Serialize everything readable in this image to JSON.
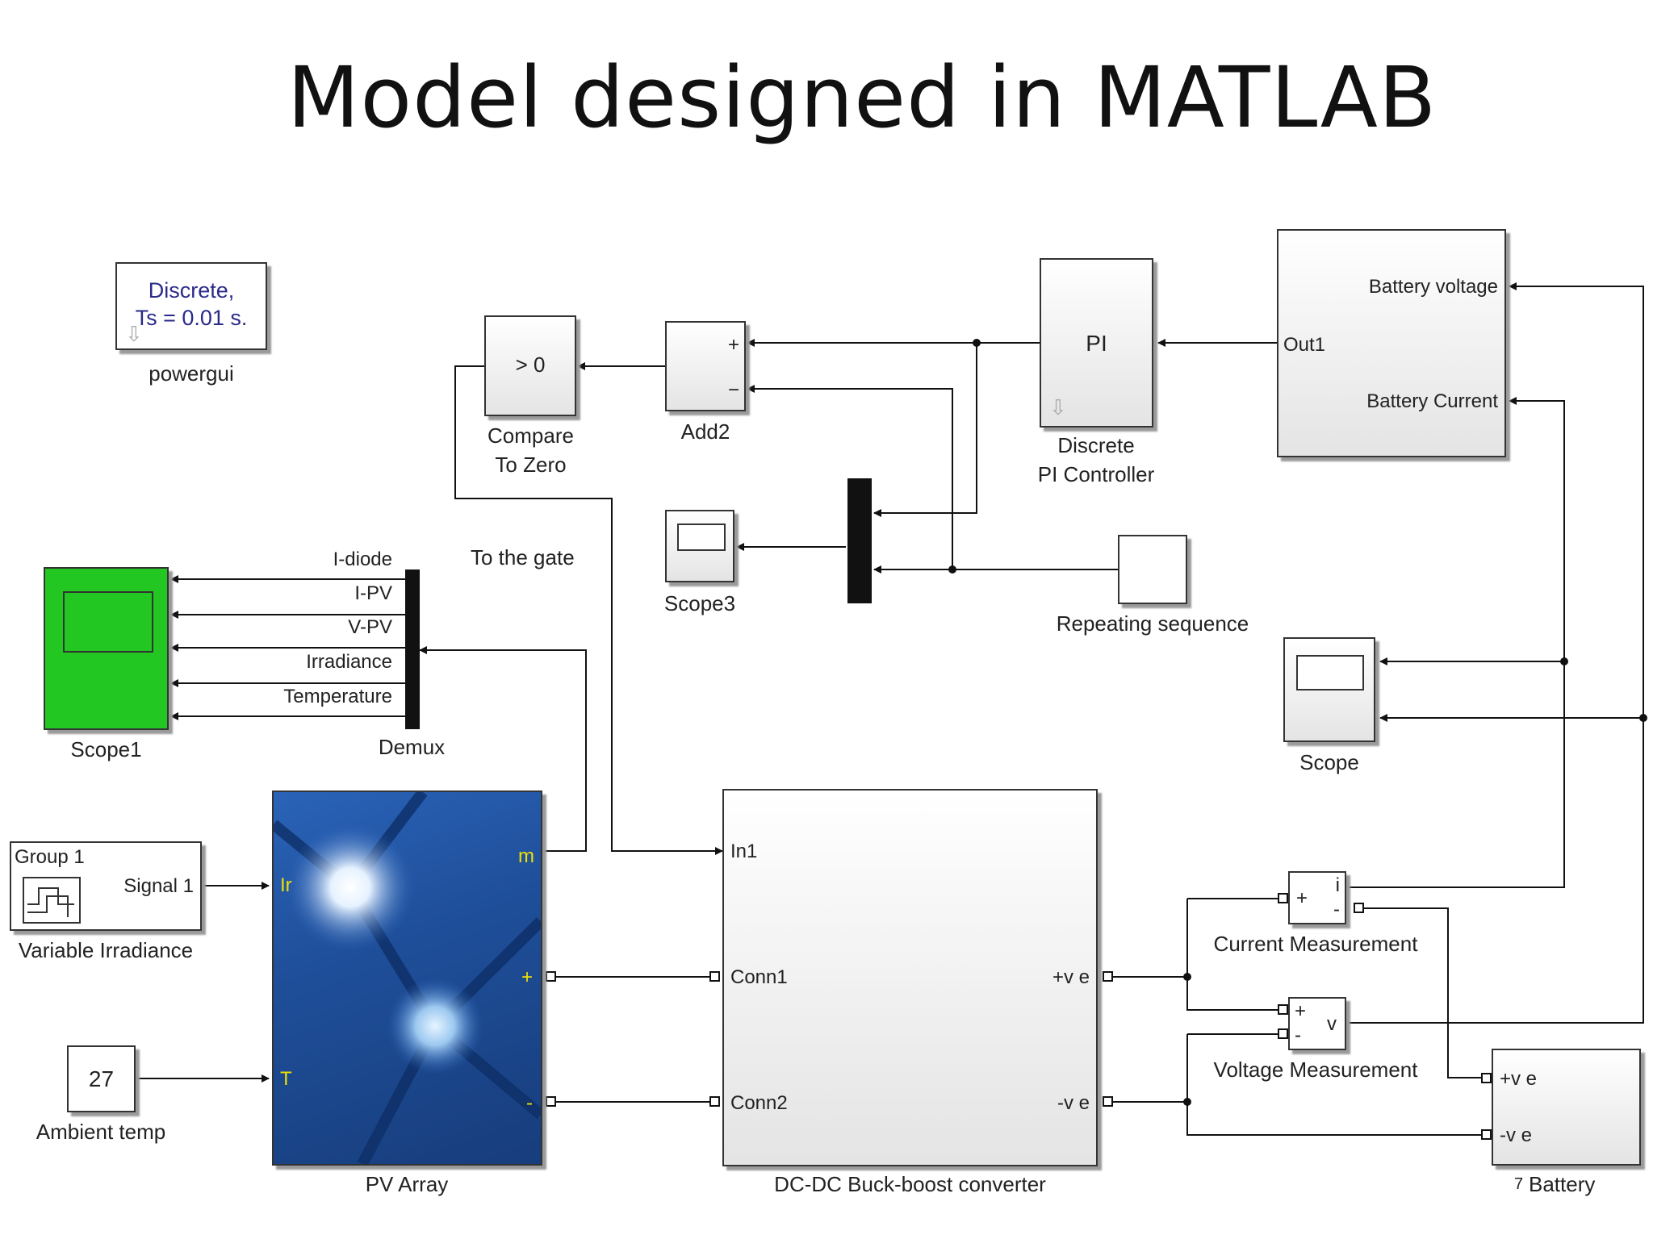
{
  "title": "Model designed in MATLAB",
  "powergui": {
    "line1": "Discrete,",
    "line2": "Ts = 0.01 s.",
    "label": "powergui"
  },
  "compare": {
    "text": "> 0",
    "label1": "Compare",
    "label2": "To Zero"
  },
  "add2": {
    "plus": "+",
    "minus": "−",
    "label": "Add2"
  },
  "pi": {
    "text": "PI",
    "label1": "Discrete",
    "label2": "PI Controller"
  },
  "subsys": {
    "battery_voltage": "Battery  voltage",
    "out1": "Out1",
    "battery_current": "Battery  Current"
  },
  "to_gate": "To the gate",
  "scope3": {
    "label": "Scope3"
  },
  "repeating": {
    "label": "Repeating sequence"
  },
  "scope1": {
    "label": "Scope1"
  },
  "demux": {
    "label": "Demux",
    "signals": [
      "I-diode",
      "I-PV",
      "V-PV",
      "Irradiance",
      "Temperature"
    ]
  },
  "scope": {
    "label": "Scope"
  },
  "group": {
    "title": "Group 1",
    "signal": "Signal 1",
    "label": "Variable Irradiance"
  },
  "pv": {
    "ir": "Ir",
    "t": "T",
    "m": "m",
    "plus": "+",
    "minus": "-",
    "label": "PV Array"
  },
  "ambient": {
    "value": "27",
    "label": "Ambient temp"
  },
  "converter": {
    "in1": "In1",
    "conn1": "Conn1",
    "conn2": "Conn2",
    "pve": "+v e",
    "nve": "-v e",
    "label": "DC-DC Buck-boost converter"
  },
  "current_meas": {
    "plus": "+",
    "minus": "-",
    "i": "i",
    "label": "Current Measurement"
  },
  "voltage_meas": {
    "plus": "+",
    "minus": "-",
    "v": "v",
    "label": "Voltage Measurement"
  },
  "battery": {
    "pve": "+v e",
    "nve": "-v e",
    "num": "7",
    "label": "Battery"
  },
  "colors": {
    "scope1_fill": "#22c722",
    "pv_blue": "#1f4f9a",
    "powergui_text": "#2a2a8a"
  }
}
